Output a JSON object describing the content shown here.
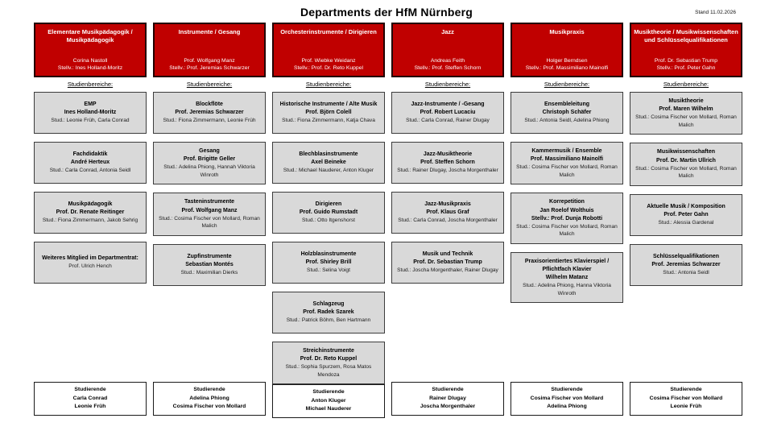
{
  "title": "Departments der HfM Nürnberg",
  "stand": "Stand 11.02.2026",
  "studienbereiche_label": "Studienbereiche:",
  "colors": {
    "header_bg": "#c00000",
    "header_border": "#230000",
    "box_bg": "#d9d9d9",
    "box_border": "#3c3c3c"
  },
  "departments": [
    {
      "name": "Elementare Musikpädagogik / Musikpädagogik",
      "head": "Corina Nastoll",
      "deputy": "Stellv.: Ines Holland-Moritz",
      "areas": [
        {
          "title": "EMP",
          "lead": "Ines Holland-Moritz",
          "students": "Stud.: Leonie Früh, Carla Conrad"
        },
        {
          "title": "Fachdidaktik",
          "lead": "André Herteux",
          "students": "Stud.: Carla Conrad, Antonia Seidl"
        },
        {
          "title": "Musikpädagogik",
          "lead": "Prof. Dr. Renate Reitinger",
          "students": "Stud.: Fiona Zimmermann, Jakob Sehrig"
        },
        {
          "title": "Weiteres Mitglied im Departmentrat:",
          "students": "Prof. Ulrich Hench"
        }
      ],
      "studierende": {
        "label": "Studierende",
        "names": [
          "Carla Conrad",
          "Leonie Früh"
        ]
      }
    },
    {
      "name": "Instrumente / Gesang",
      "head": "Prof. Wolfgang Manz",
      "deputy": "Stellv.: Prof. Jeremias Schwarzer",
      "areas": [
        {
          "title": "Blockflöte",
          "lead": "Prof. Jeremias Schwarzer",
          "students": "Stud.: Fiona Zimmermann, Leonie Früh"
        },
        {
          "title": "Gesang",
          "lead": "Prof. Brigitte Geller",
          "students": "Stud.: Adelina Phiong, Hannah Viktoria Winroth"
        },
        {
          "title": "Tasteninstrumente",
          "lead": "Prof. Wolfgang Manz",
          "students": "Stud.: Cosima Fischer von Mollard, Roman Malich"
        },
        {
          "title": "Zupfinstrumente",
          "lead": "Sebastian Montés",
          "students": "Stud.: Maximilian Dierks"
        }
      ],
      "studierende": {
        "label": "Studierende",
        "names": [
          "Adelina Phiong",
          "Cosima Fischer von Mollard"
        ]
      }
    },
    {
      "name": "Orchesterinstrumente / Dirigieren",
      "head": "Prof. Wiebke Weidanz",
      "deputy": "Stellv.: Prof. Dr. Reto Kuppel",
      "areas": [
        {
          "title": "Historische Instrumente / Alte Musik",
          "lead": "Prof. Björn Colell",
          "students": "Stud.: Fiona Zimmermann, Katja Chava"
        },
        {
          "title": "Blechblasinstrumente",
          "lead": "Axel Beineke",
          "students": "Stud.: Michael Nauderer, Anton Kluger"
        },
        {
          "title": "Dirigieren",
          "lead": "Prof. Guido Rumstadt",
          "students": "Stud.: Otto Itgenshorst"
        },
        {
          "title": "Holzblasinstrumente",
          "lead": "Prof. Shirley Brill",
          "students": "Stud.: Selina Voigt"
        },
        {
          "title": "Schlagzeug",
          "lead": "Prof. Radek Szarek",
          "students": "Stud.: Patrick Böhm, Ben Hartmann"
        },
        {
          "title": "Streichinstrumente",
          "lead": "Prof. Dr. Reto Kuppel",
          "students": "Stud.: Sophia Spurzem, Rosa Matos Mendoza"
        }
      ],
      "studierende": {
        "label": "Studierende",
        "names": [
          "Anton Kluger",
          "Michael Nauderer"
        ]
      }
    },
    {
      "name": "Jazz",
      "head": "Andreas Feith",
      "deputy": "Stellv.: Prof. Steffen Schorn",
      "areas": [
        {
          "title": "Jazz-Instrumente / -Gesang",
          "lead": "Prof. Robert Lucaciu",
          "students": "Stud.: Carla Conrad, Rainer Dlugay"
        },
        {
          "title": "Jazz-Musiktheorie",
          "lead": "Prof. Steffen Schorn",
          "students": "Stud.: Rainer Dlugay, Joscha Morgenthaler"
        },
        {
          "title": "Jazz-Musikpraxis",
          "lead": "Prof. Klaus Graf",
          "students": "Stud.: Carla Conrad, Joscha Morgenthaler"
        },
        {
          "title": "Musik und Technik",
          "lead": "Prof. Dr. Sebastian Trump",
          "students": "Stud.: Joscha Morgenthaler, Rainer Dlugay"
        }
      ],
      "studierende": {
        "label": "Studierende",
        "names": [
          "Rainer Dlugay",
          "Joscha Morgenthaler"
        ]
      }
    },
    {
      "name": "Musikpraxis",
      "head": "Holger Berndsen",
      "deputy": "Stellv.: Prof. Massimiliano Mainolfi",
      "areas": [
        {
          "title": "Ensembleleitung",
          "lead": "Christoph Schäfer",
          "students": "Stud.: Antonia Seidl, Adelina Phiong"
        },
        {
          "title": "Kammermusik / Ensemble",
          "lead": "Prof. Massimiliano Mainolfi",
          "students": "Stud.: Cosima Fischer von Mollard, Roman Malich"
        },
        {
          "title": "Korrepetition",
          "lead": "Jan Roelof Wolthuis",
          "extra": "Stellv.: Prof. Dunja Robotti",
          "students": "Stud.: Cosima Fischer von Mollard, Roman Malich"
        },
        {
          "title": "Praxisorientiertes Klavierspiel / Pflichtfach Klavier",
          "lead": "Wilhelm Matanz",
          "students": "Stud.: Adelina Phiong, Hanna Viktoria Winroth"
        }
      ],
      "studierende": {
        "label": "Studierende",
        "names": [
          "Cosima Fischer von Mollard",
          "Adelina Phiong"
        ]
      }
    },
    {
      "name": "Musiktheorie / Musikwissenschaften und Schlüsselqualifikationen",
      "head": "Prof. Dr. Sebastian Trump",
      "deputy": "Stellv.: Prof. Peter Gahn",
      "areas": [
        {
          "title": "Musiktheorie",
          "lead": "Prof. Maren Wilhelm",
          "students": "Stud.: Cosima Fischer von Mollard, Roman Malich"
        },
        {
          "title": "Musikwissenschaften",
          "lead": "Prof. Dr. Martin Ullrich",
          "students": "Stud.: Cosima Fischer von Mollard, Roman Malich"
        },
        {
          "title": "Aktuelle Musik / Komposition",
          "lead": "Prof. Peter Gahn",
          "students": "Stud.: Alessia Gardenal"
        },
        {
          "title": "Schlüsselqualifikationen",
          "lead": "Prof. Jeremias Schwarzer",
          "students": "Stud.: Antonia Seidl"
        }
      ],
      "studierende": {
        "label": "Studierende",
        "names": [
          "Cosima Fischer von Mollard",
          "Leonie Früh"
        ]
      }
    }
  ]
}
